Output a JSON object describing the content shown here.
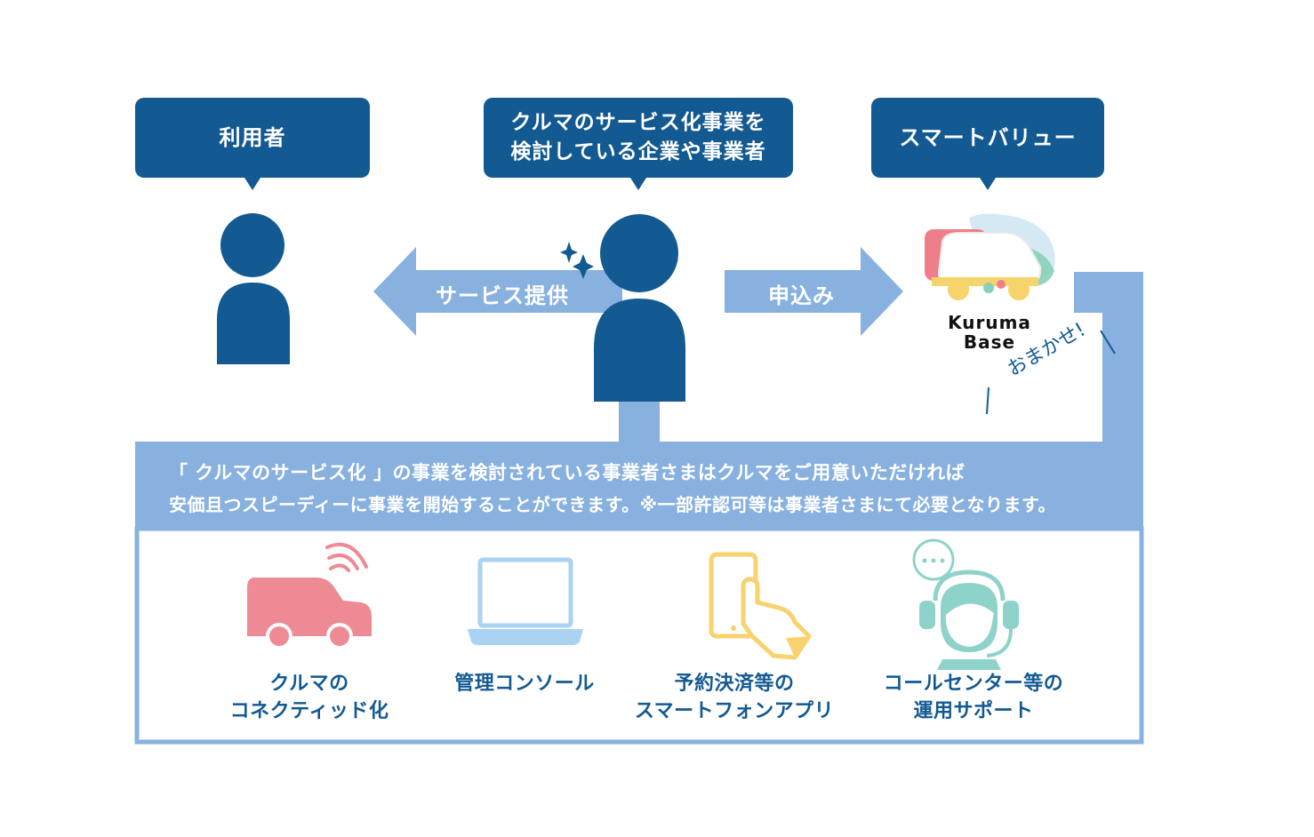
{
  "actors": {
    "user": {
      "label": "利用者"
    },
    "business": {
      "label_line1": "クルマのサービス化事業を",
      "label_line2": "検討している企業や事業者"
    },
    "smartvalue": {
      "label": "スマートバリュー"
    }
  },
  "arrows": {
    "service": "サービス提供",
    "apply": "申込み"
  },
  "kurumabase": {
    "line1": "Kuruma",
    "line2": "Base"
  },
  "omakase": "おまかせ!",
  "description": {
    "line1": "「 クルマのサービス化 」の事業を検討されている事業者さまはクルマをご用意いただければ",
    "line2": "安価且つスピーディーに事業を開始することができます。※一部許認可等は事業者さまにて必要となります。"
  },
  "features": [
    {
      "line1": "クルマの",
      "line2": "コネクティッド化"
    },
    {
      "line1": "管理コンソール",
      "line2": ""
    },
    {
      "line1": "予約決済等の",
      "line2": "スマートフォンアプリ"
    },
    {
      "line1": "コールセンター等の",
      "line2": "運用サポート"
    }
  ],
  "colors": {
    "navy": "#135a92",
    "light_blue": "#88b1e0",
    "car_pink": "#ee8a94",
    "laptop_blue": "#a9d2f3",
    "phone_yellow": "#f8d26e",
    "headset_teal": "#8ed3c9"
  }
}
